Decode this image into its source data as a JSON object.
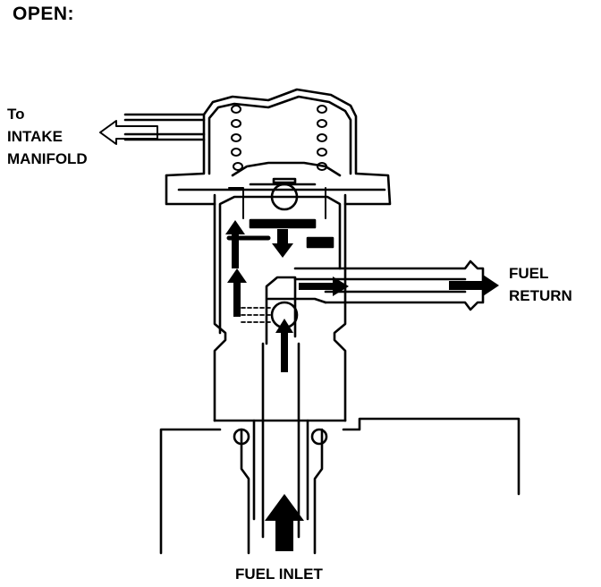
{
  "title": "OPEN:",
  "labels": {
    "intake": [
      "To",
      "INTAKE",
      "MANIFOLD"
    ],
    "fuel_return": [
      "FUEL",
      "RETURN"
    ],
    "fuel_inlet": "FUEL INLET"
  },
  "colors": {
    "ink": "#000000",
    "paper": "#ffffff"
  }
}
